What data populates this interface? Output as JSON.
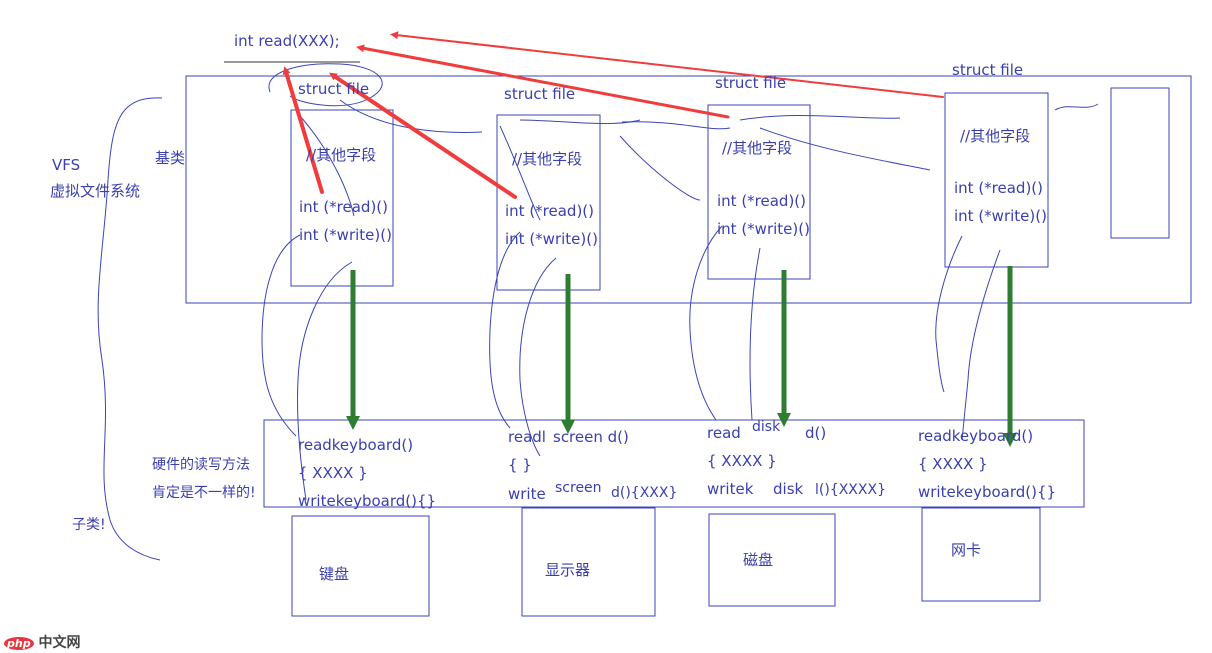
{
  "colors": {
    "ink": "#3a3fb0",
    "box": "#3b44b8",
    "red_arrow": "#f03c3c",
    "green_arrow": "#2e7d32"
  },
  "top": {
    "read_decl": "int read(XXX);"
  },
  "left": {
    "vfs": "VFS",
    "vfs_desc": "虚拟文件系统",
    "base_class": "基类",
    "hardware_note_1": "硬件的读写方法",
    "hardware_note_2": "肯定是不一样的!",
    "subclass": "子类!"
  },
  "structs": [
    {
      "title": "struct file",
      "comment": "//其他字段",
      "read": "int (*read)()",
      "write": "int (*write)()"
    },
    {
      "title": "struct file",
      "comment": "//其他字段",
      "read": "int (*read)()",
      "write": "int (*write)()"
    },
    {
      "title": "struct file",
      "comment": "//其他字段",
      "read": "int (*read)()",
      "write": "int (*write)()"
    },
    {
      "title": "struct file",
      "comment": "//其他字段",
      "read": "int (*read)()",
      "write": "int (*write)()"
    }
  ],
  "impls": [
    {
      "line1": "readkeyboard()",
      "line2": "{ XXXX }",
      "line3": "writekeyboard(){}"
    },
    {
      "line1a": "readl",
      "line1b": "screen d()",
      "line2": "{  }",
      "line3a": "write",
      "line3b": "screen",
      "line3c": "d(){XXX}"
    },
    {
      "line1a": "read",
      "line1b": "disk",
      "line1c": "d()",
      "line2": "{ XXXX }",
      "line3a": "writek",
      "line3b": "disk",
      "line3c": "l(){XXXX}"
    },
    {
      "line1": "readkeyboard()",
      "line2": "{ XXXX }",
      "line3": "writekeyboard(){}"
    }
  ],
  "devices": [
    "键盘",
    "显示器",
    "磁盘",
    "网卡"
  ],
  "watermark": {
    "badge": "php",
    "text": "中文网"
  }
}
